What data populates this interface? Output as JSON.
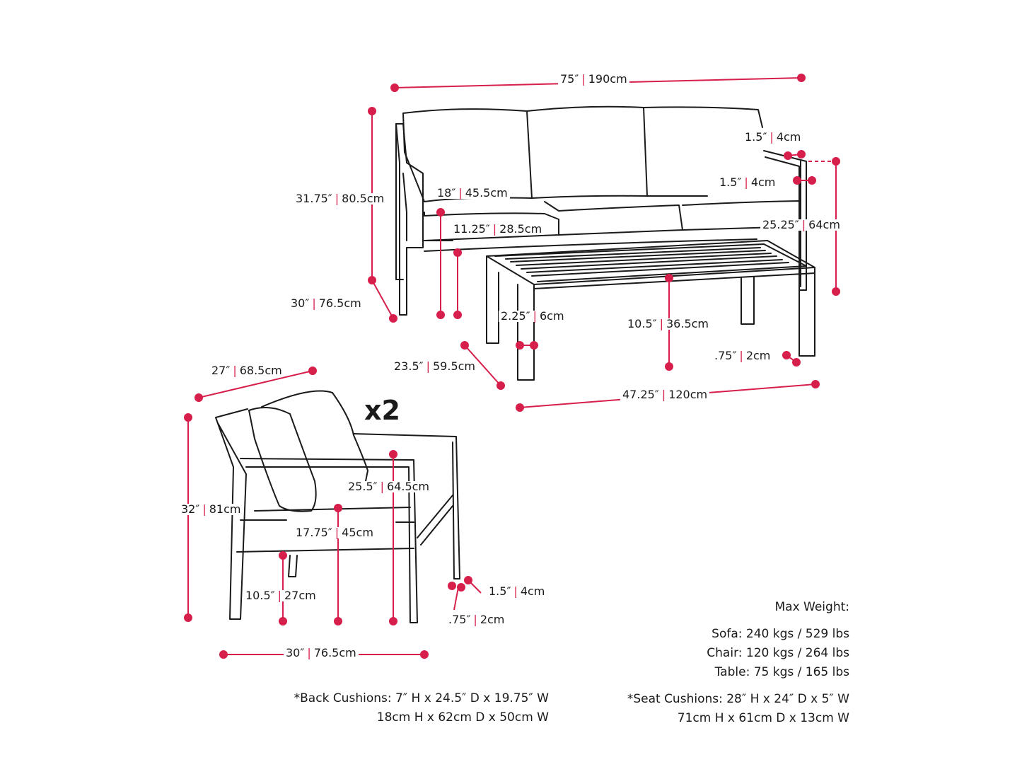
{
  "accent_color": "#d61f4b",
  "line_color": "#1a1a1a",
  "quantity_badge": "x2",
  "sofa": {
    "width": {
      "in": "75″",
      "cm": "190cm"
    },
    "height": {
      "in": "31.75″",
      "cm": "80.5cm"
    },
    "depth": {
      "in": "30″",
      "cm": "76.5cm"
    },
    "seat_depth": {
      "in": "18″",
      "cm": "45.5cm"
    },
    "seat_height": {
      "in": "11.25″",
      "cm": "28.5cm"
    },
    "arm_top_width": {
      "in": "1.5″",
      "cm": "4cm"
    },
    "arm_frame_width": {
      "in": "1.5″",
      "cm": "4cm"
    },
    "arm_height": {
      "in": "25.25″",
      "cm": "64cm"
    }
  },
  "table": {
    "leg_width": {
      "in": "2.25″",
      "cm": "6cm"
    },
    "height": {
      "in": "10.5″",
      "cm": "36.5cm"
    },
    "leg_thickness": {
      "in": ".75″",
      "cm": "2cm"
    },
    "depth": {
      "in": "23.5″",
      "cm": "59.5cm"
    },
    "width": {
      "in": "47.25″",
      "cm": "120cm"
    }
  },
  "chair": {
    "depth": {
      "in": "27″",
      "cm": "68.5cm"
    },
    "height": {
      "in": "32″",
      "cm": "81cm"
    },
    "arm_height": {
      "in": "25.5″",
      "cm": "64.5cm"
    },
    "seat_height": {
      "in": "17.75″",
      "cm": "45cm"
    },
    "clearance": {
      "in": "10.5″",
      "cm": "27cm"
    },
    "leg_width": {
      "in": "1.5″",
      "cm": "4cm"
    },
    "leg_thickness": {
      "in": ".75″",
      "cm": "2cm"
    },
    "width": {
      "in": "30″",
      "cm": "76.5cm"
    }
  },
  "max_weight": {
    "title": "Max Weight:",
    "sofa": "Sofa: 240 kgs / 529 lbs",
    "chair": "Chair: 120 kgs / 264 lbs",
    "table": "Table: 75 kgs / 165 lbs"
  },
  "back_cushions": {
    "imperial": "*Back Cushions: 7″ H x 24.5″ D x 19.75″ W",
    "metric": "18cm H x 62cm D x 50cm W"
  },
  "seat_cushions": {
    "imperial": "*Seat Cushions: 28″ H x 24″ D x 5″ W",
    "metric": "71cm H x 61cm D x 13cm W"
  }
}
